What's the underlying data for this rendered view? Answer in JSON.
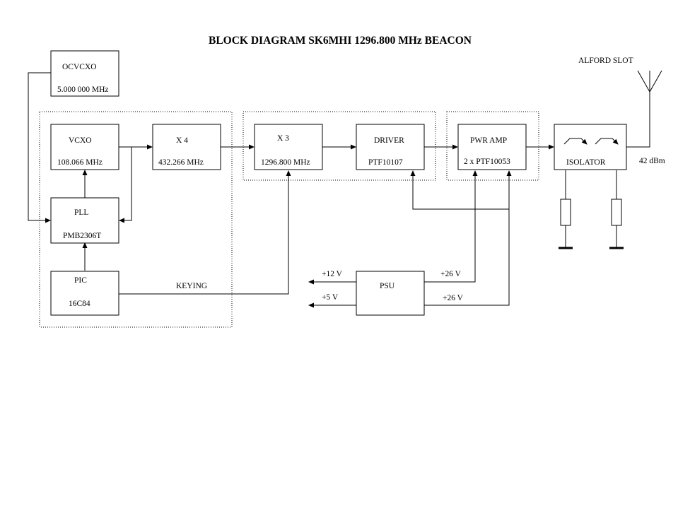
{
  "title": "BLOCK DIAGRAM SK6MHI 1296.800 MHz BEACON",
  "blocks": {
    "ocvcxo": {
      "name": "OCVCXO",
      "value": "5.000 000 MHz"
    },
    "vcxo": {
      "name": "VCXO",
      "value": "108.066 MHz"
    },
    "x4": {
      "name": "X 4",
      "value": "432.266 MHz"
    },
    "pll": {
      "name": "PLL",
      "value": "PMB2306T"
    },
    "pic": {
      "name": "PIC",
      "value": "16C84"
    },
    "x3": {
      "name": "X 3",
      "value": "1296.800 MHz"
    },
    "driver": {
      "name": "DRIVER",
      "value": "PTF10107"
    },
    "pwr_amp": {
      "name": "PWR AMP",
      "value": "2 x PTF10053"
    },
    "isolator": {
      "name": "ISOLATOR"
    },
    "psu": {
      "name": "PSU"
    }
  },
  "labels": {
    "keying": "KEYING",
    "antenna": "ALFORD SLOT",
    "output_power": "42 dBm",
    "plus12v": "+12 V",
    "plus5v": "+5 V",
    "plus26v_a": "+26 V",
    "plus26v_b": "+26 V"
  }
}
